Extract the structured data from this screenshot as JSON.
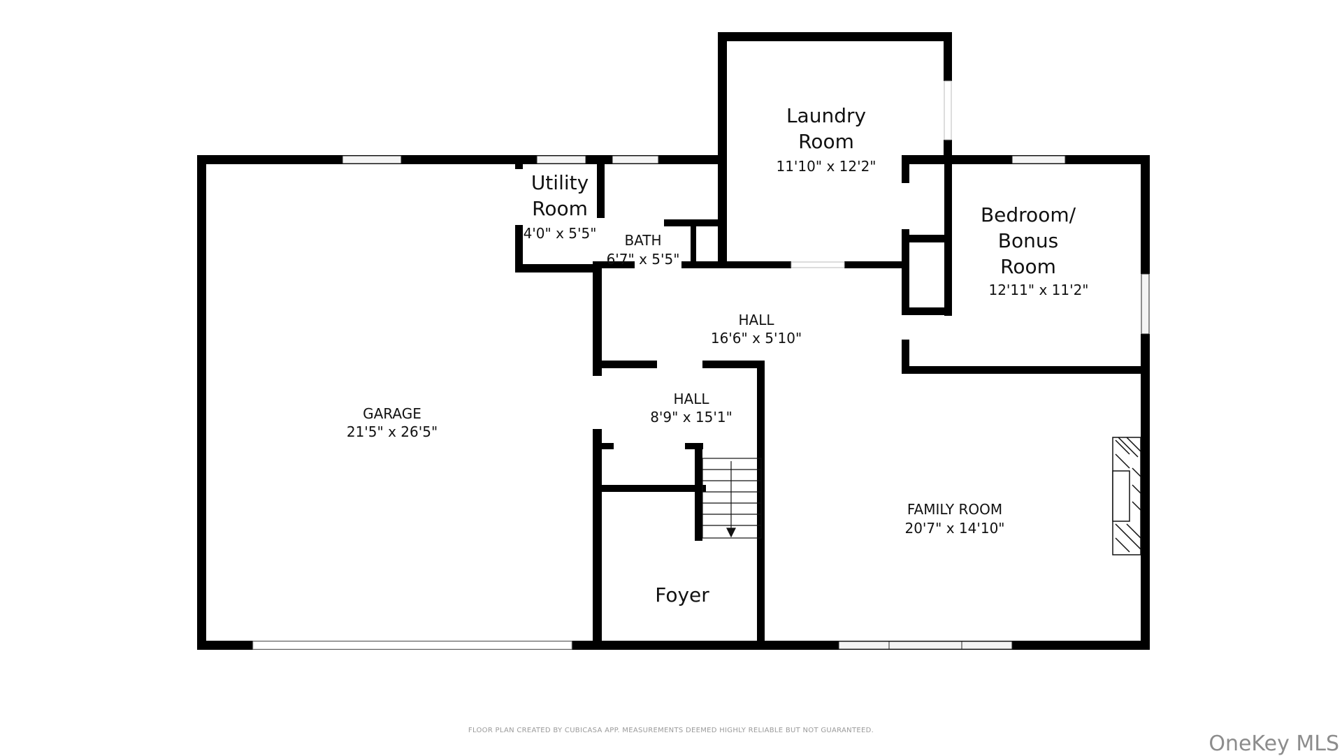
{
  "rooms": {
    "garage": {
      "name": "GARAGE",
      "dims": "21'5\" x 26'5\""
    },
    "utility": {
      "name_line1": "Utility",
      "name_line2": "Room",
      "dims": "4'0\" x 5'5\""
    },
    "bath": {
      "name": "BATH",
      "dims": "6'7\" x 5'5\""
    },
    "laundry": {
      "name_line1": "Laundry",
      "name_line2": "Room",
      "dims": "11'10\" x 12'2\""
    },
    "bedroom": {
      "name_line1": "Bedroom/",
      "name_line2": "Bonus",
      "name_line3": "Room",
      "dims": "12'11\" x 11'2\""
    },
    "hall_main": {
      "name": "HALL",
      "dims": "16'6\" x 5'10\""
    },
    "hall_small": {
      "name": "HALL",
      "dims": "8'9\" x 15'1\""
    },
    "family": {
      "name": "FAMILY ROOM",
      "dims": "20'7\" x 14'10\""
    },
    "foyer": {
      "name": "Foyer"
    }
  },
  "footer": "FLOOR PLAN CREATED BY CUBICASA APP. MEASUREMENTS DEEMED HIGHLY RELIABLE BUT NOT GUARANTEED.",
  "watermark": "OneKey MLS",
  "colors": {
    "wall": "#000000",
    "background": "#ffffff",
    "window": "#d9d9d9"
  }
}
